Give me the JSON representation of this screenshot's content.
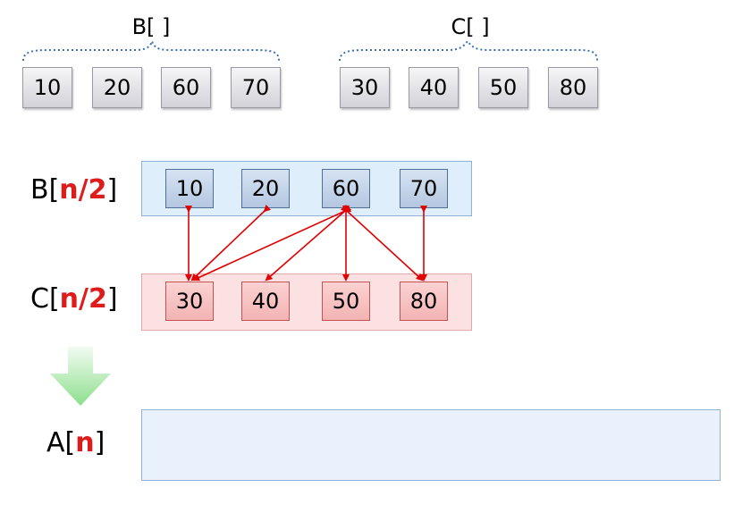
{
  "top": {
    "b_label": "B[ ]",
    "c_label": "C[ ]",
    "b_values": [
      "10",
      "20",
      "60",
      "70"
    ],
    "c_values": [
      "30",
      "40",
      "50",
      "80"
    ]
  },
  "rows": {
    "b": {
      "name": "B[",
      "index": "n/2",
      "close": "]",
      "values": [
        "10",
        "20",
        "60",
        "70"
      ]
    },
    "c": {
      "name": "C[",
      "index": "n/2",
      "close": "]",
      "values": [
        "30",
        "40",
        "50",
        "80"
      ]
    },
    "a": {
      "name": "A[",
      "index": "n",
      "close": "]"
    }
  },
  "colors": {
    "arrow": "#e00000",
    "index_text": "#e01b1b",
    "down_arrow": "#9ee59e"
  },
  "icons": {
    "merge_arrow": "down-arrow-icon"
  }
}
